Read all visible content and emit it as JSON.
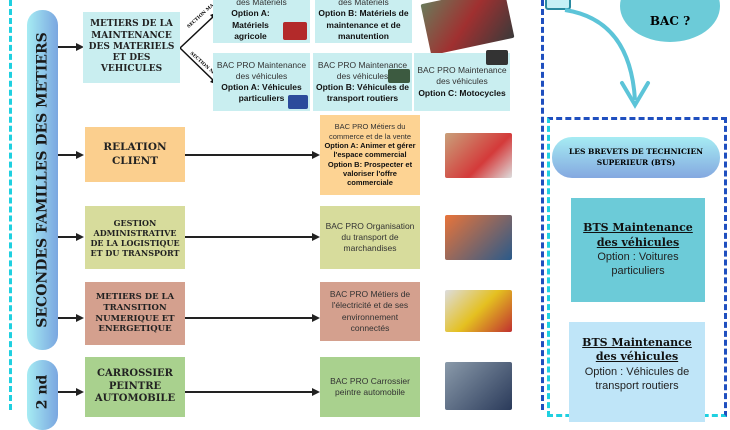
{
  "left_pill": {
    "label": "SECONDES FAMILLES DES METIERS"
  },
  "second_pill": {
    "label": "2 nd"
  },
  "families": [
    {
      "label": "METIERS DE LA MAINTENANCE DES MATERIELS ET DES VEHICULES",
      "color": "#c9eef0"
    },
    {
      "label": "RELATION CLIENT",
      "color": "#fbcf8e"
    },
    {
      "label": "GESTION ADMINISTRATIVE DE LA LOGISTIQUE ET DU TRANSPORT",
      "color": "#d7dc9c"
    },
    {
      "label": "METIERS DE LA TRANSITION NUMERIQUE ET ENERGETIQUE",
      "color": "#d4a08e"
    },
    {
      "label": "CARROSSIER PEINTRE AUTOMOBILE",
      "color": "#a9d18e"
    }
  ],
  "sections": {
    "ma": "SECTION MA",
    "mv": "SECTION MV"
  },
  "maintenance": [
    {
      "title": "des Matériels",
      "option": "Option A: Matériels agricole"
    },
    {
      "title": "des Matériels",
      "option": "Option B: Matériels de maintenance et de manutention"
    },
    {
      "title": "BAC PRO Maintenance des véhicules",
      "option": "Option A: Véhicules particuliers"
    },
    {
      "title": "BAC PRO Maintenance des véhicules",
      "option": "Option B: Véhicules de transport routiers"
    },
    {
      "title": "BAC PRO Maintenance des véhicules",
      "option": "Option C: Motocycles"
    }
  ],
  "commerce": {
    "title": "BAC PRO Métiers du commerce et de la vente",
    "opt_a": "Option A: Animer et gérer l'espace commercial",
    "opt_b": "Option B: Prospecter et valoriser l'offre commerciale"
  },
  "logistique": "BAC PRO Organisation du transport de marchandises",
  "electricite": "BAC PRO Métiers de l'électricité et de ses environnement connectés",
  "carrossier": "BAC PRO Carrossier peintre automobile",
  "bubble": "BAC ?",
  "bts": {
    "header": "LES BREVETS DE TECHNICIEN SUPERIEUR (BTS)",
    "items": [
      {
        "title": "BTS Maintenance des véhicules",
        "option": "Option : Voitures particuliers",
        "color": "#6ccbd8"
      },
      {
        "title": "BTS Maintenance des véhicules",
        "option": "Option : Véhicules de transport routiers",
        "color": "#bfe5f8"
      }
    ]
  }
}
